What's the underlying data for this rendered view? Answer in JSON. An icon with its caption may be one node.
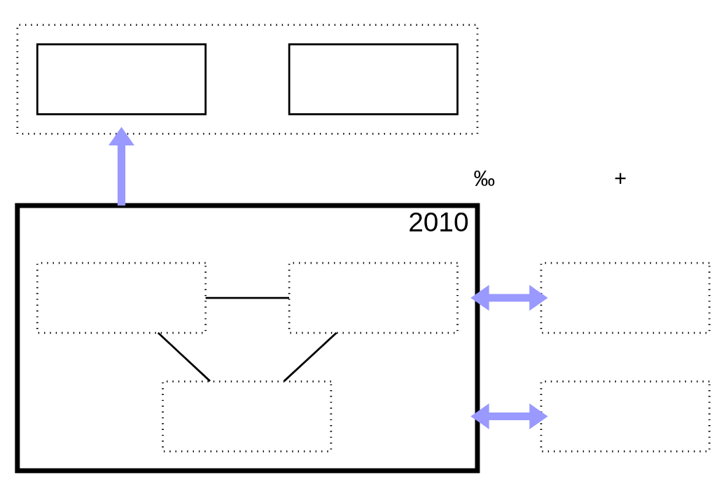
{
  "diagram": {
    "nodes": [
      {
        "text": [],
        "shape": "box"
      },
      {
        "text": [],
        "shape": "box",
        "in": 0
      },
      {
        "text": [],
        "shape": "box",
        "in": 0
      },
      {
        "text": [
          "2010"
        ]
      },
      {
        "text": [],
        "shape": "box",
        "in": 3
      },
      {
        "text": [],
        "shape": "box",
        "in": 3
      },
      {
        "text": [],
        "shape": "box",
        "in": 3
      },
      {
        "text": [],
        "shape": "box"
      },
      {
        "text": [],
        "shape": "box"
      }
    ],
    "edges": [
      {
        "from": 3,
        "to": 0,
        "arrow": "to",
        "style": "thick",
        "color": "#9999ff"
      },
      {
        "from": 4,
        "to": 5,
        "arrow": "none",
        "color": "#000000"
      },
      {
        "from": 4,
        "to": 6,
        "arrow": "none",
        "color": "#000000"
      },
      {
        "from": 5,
        "to": 6,
        "arrow": "none",
        "color": "#000000"
      },
      {
        "from": 3,
        "to": 7,
        "arrow": "both",
        "style": "thick",
        "color": "#9999ff"
      },
      {
        "from": 3,
        "to": 8,
        "arrow": "both",
        "style": "thick",
        "color": "#9999ff"
      }
    ],
    "labels": [
      "‰",
      "+"
    ]
  }
}
